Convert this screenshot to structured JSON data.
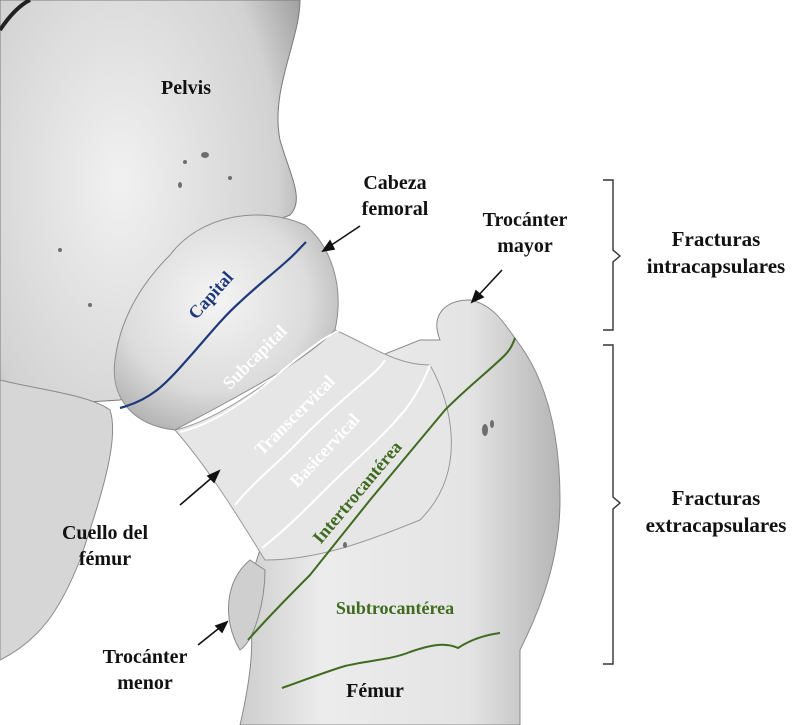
{
  "labels": {
    "pelvis": "Pelvis",
    "cabeza_femoral": [
      "Cabeza",
      "femoral"
    ],
    "trocanter_mayor": [
      "Trocánter",
      "mayor"
    ],
    "cuello_femur": [
      "Cuello del",
      "fémur"
    ],
    "trocanter_menor": [
      "Trocánter",
      "menor"
    ],
    "femur": "Fémur",
    "fracturas_intracapsulares": [
      "Fracturas",
      "intracapsulares"
    ],
    "fracturas_extracapsulares": [
      "Fracturas",
      "extracapsulares"
    ]
  },
  "fracture_zones": {
    "capital": "Capital",
    "subcapital": "Subcapital",
    "transcervical": "Transcervical",
    "basicervical": "Basicervical",
    "intertrocanterea": "Intertrocantérea",
    "subtrocanterea": "Subtrocantérea"
  },
  "colors": {
    "capital_line": "#1f3a7a",
    "cervical_lines": "#ffffff",
    "trochanteric_lines": "#3f6b1f",
    "text": "#111111"
  }
}
